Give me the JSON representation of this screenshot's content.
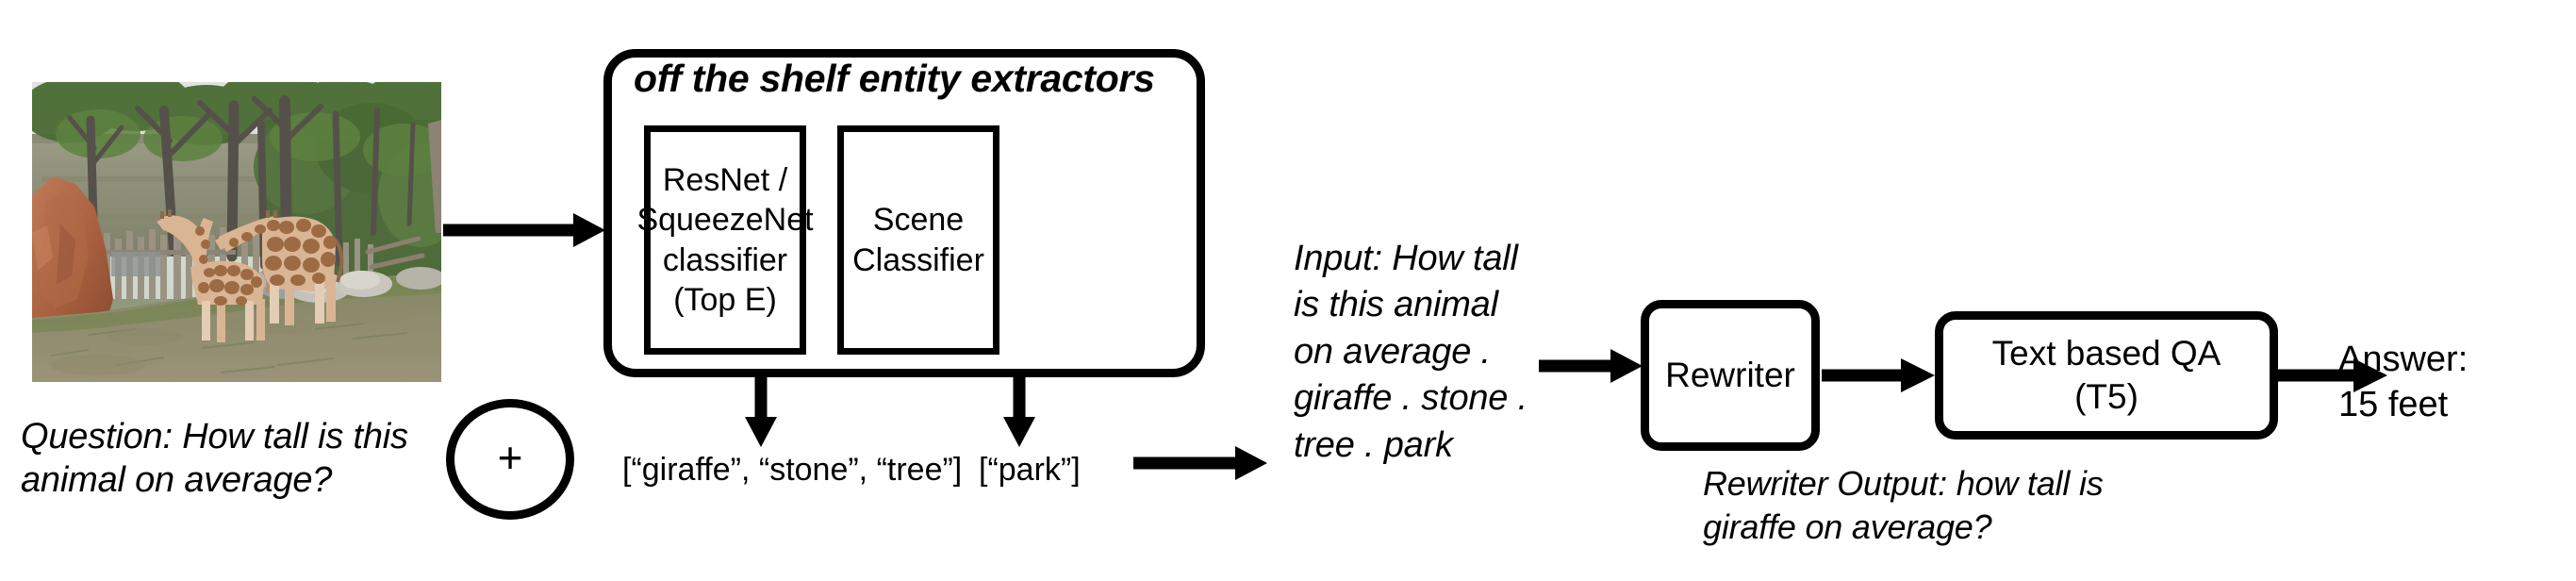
{
  "diagram": {
    "title": "Entity-augmented visual question answering pipeline",
    "stroke_color": "#000000",
    "background_color": "#ffffff"
  },
  "input": {
    "image_alt": "photograph of two giraffes in a zoo enclosure with rocks, trees and a wooden fence",
    "question_label": "Question: How tall is this\nanimal on average?",
    "combine_symbol": "+"
  },
  "extractors": {
    "title": "off the shelf entity extractors",
    "modules": [
      {
        "name": "object-classifier",
        "label": "ResNet /\nSqueezeNet\nclassifier\n(Top E)"
      },
      {
        "name": "scene-classifier",
        "label": "Scene\nClassifier"
      }
    ],
    "outputs": [
      {
        "name": "object-entities",
        "label": "[“giraffe”, “stone”, “tree”]"
      },
      {
        "name": "scene-entities",
        "label": "[“park”]"
      }
    ]
  },
  "pipeline": {
    "input_text": "Input: How tall\nis this animal\non average .\ngiraffe . stone .\ntree . park",
    "rewriter_label": "Rewriter",
    "rewriter_output_text": "Rewriter Output: how tall is\ngiraffe on average?",
    "qa_label": "Text based QA\n(T5)",
    "answer_text": "Answer:\n15 feet"
  },
  "arrows": [
    {
      "name": "image-to-extractors",
      "direction": "right"
    },
    {
      "name": "object-classifier-to-entities",
      "direction": "down"
    },
    {
      "name": "scene-classifier-to-entities",
      "direction": "down"
    },
    {
      "name": "entities-to-input-text",
      "direction": "right"
    },
    {
      "name": "input-text-to-rewriter",
      "direction": "right"
    },
    {
      "name": "rewriter-to-qa",
      "direction": "right"
    },
    {
      "name": "qa-to-answer",
      "direction": "right"
    }
  ]
}
